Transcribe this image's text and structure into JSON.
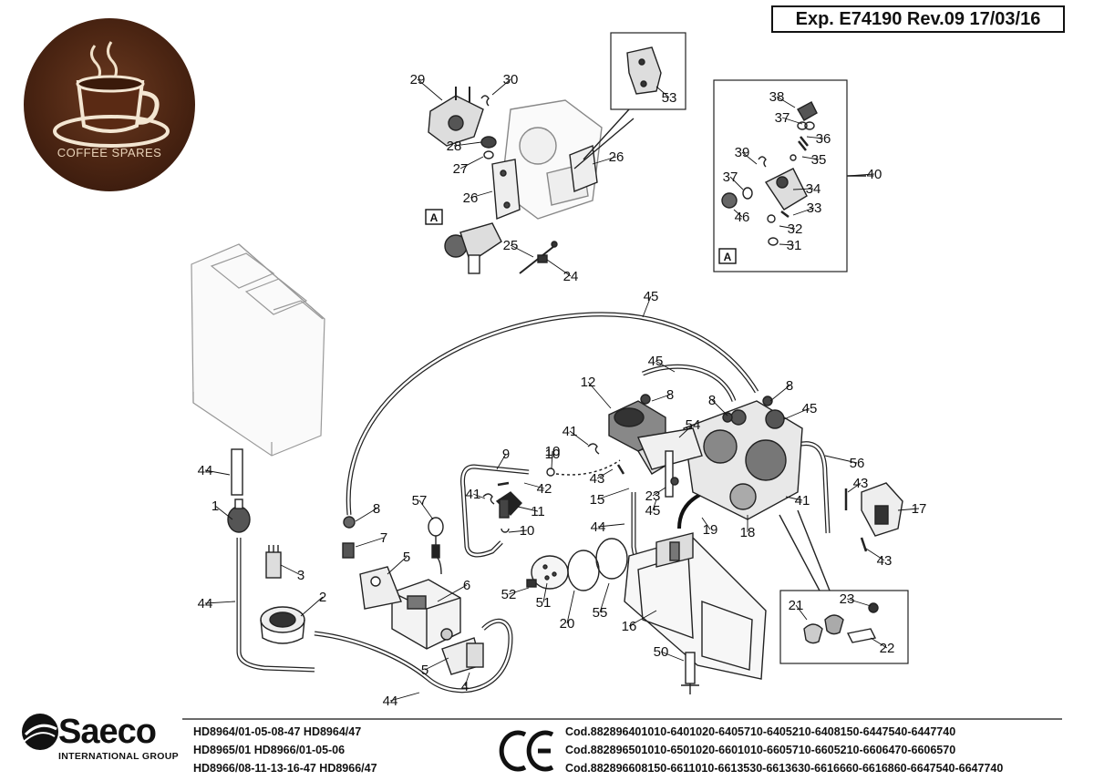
{
  "header": {
    "exp_label": "Exp. E74190 Rev.09 17/03/16"
  },
  "logo": {
    "text": "COFFEE SPARES"
  },
  "brand": {
    "name": "Saeco",
    "subtitle": "INTERNATIONAL GROUP"
  },
  "models": [
    "HD8964/01-05-08-47  HD8964/47",
    "HD8965/01 HD8966/01-05-06",
    "HD8966/08-11-13-16-47 HD8966/47"
  ],
  "ce_mark": "CE",
  "codes": [
    "Cod.882896401010-6401020-6405710-6405210-6408150-6447540-6447740",
    "Cod.882896501010-6501020-6601010-6605710-6605210-6606470-6606570",
    "Cod.882896608150-6611010-6613530-6613630-6616660-6616860-6647540-6647740"
  ],
  "detail_marker": "A",
  "part_labels": [
    "1",
    "2",
    "3",
    "4",
    "5",
    "5",
    "6",
    "7",
    "8",
    "8",
    "8",
    "8",
    "9",
    "10",
    "10",
    "10",
    "11",
    "12",
    "15",
    "16",
    "17",
    "18",
    "19",
    "20",
    "21",
    "22",
    "23",
    "23",
    "24",
    "25",
    "26",
    "26",
    "27",
    "28",
    "29",
    "30",
    "31",
    "32",
    "33",
    "34",
    "35",
    "36",
    "37",
    "37",
    "38",
    "39",
    "40",
    "41",
    "41",
    "41",
    "42",
    "43",
    "43",
    "43",
    "44",
    "44",
    "44",
    "44",
    "45",
    "45",
    "45",
    "45",
    "46",
    "50",
    "51",
    "52",
    "53",
    "54",
    "55",
    "56",
    "57"
  ]
}
